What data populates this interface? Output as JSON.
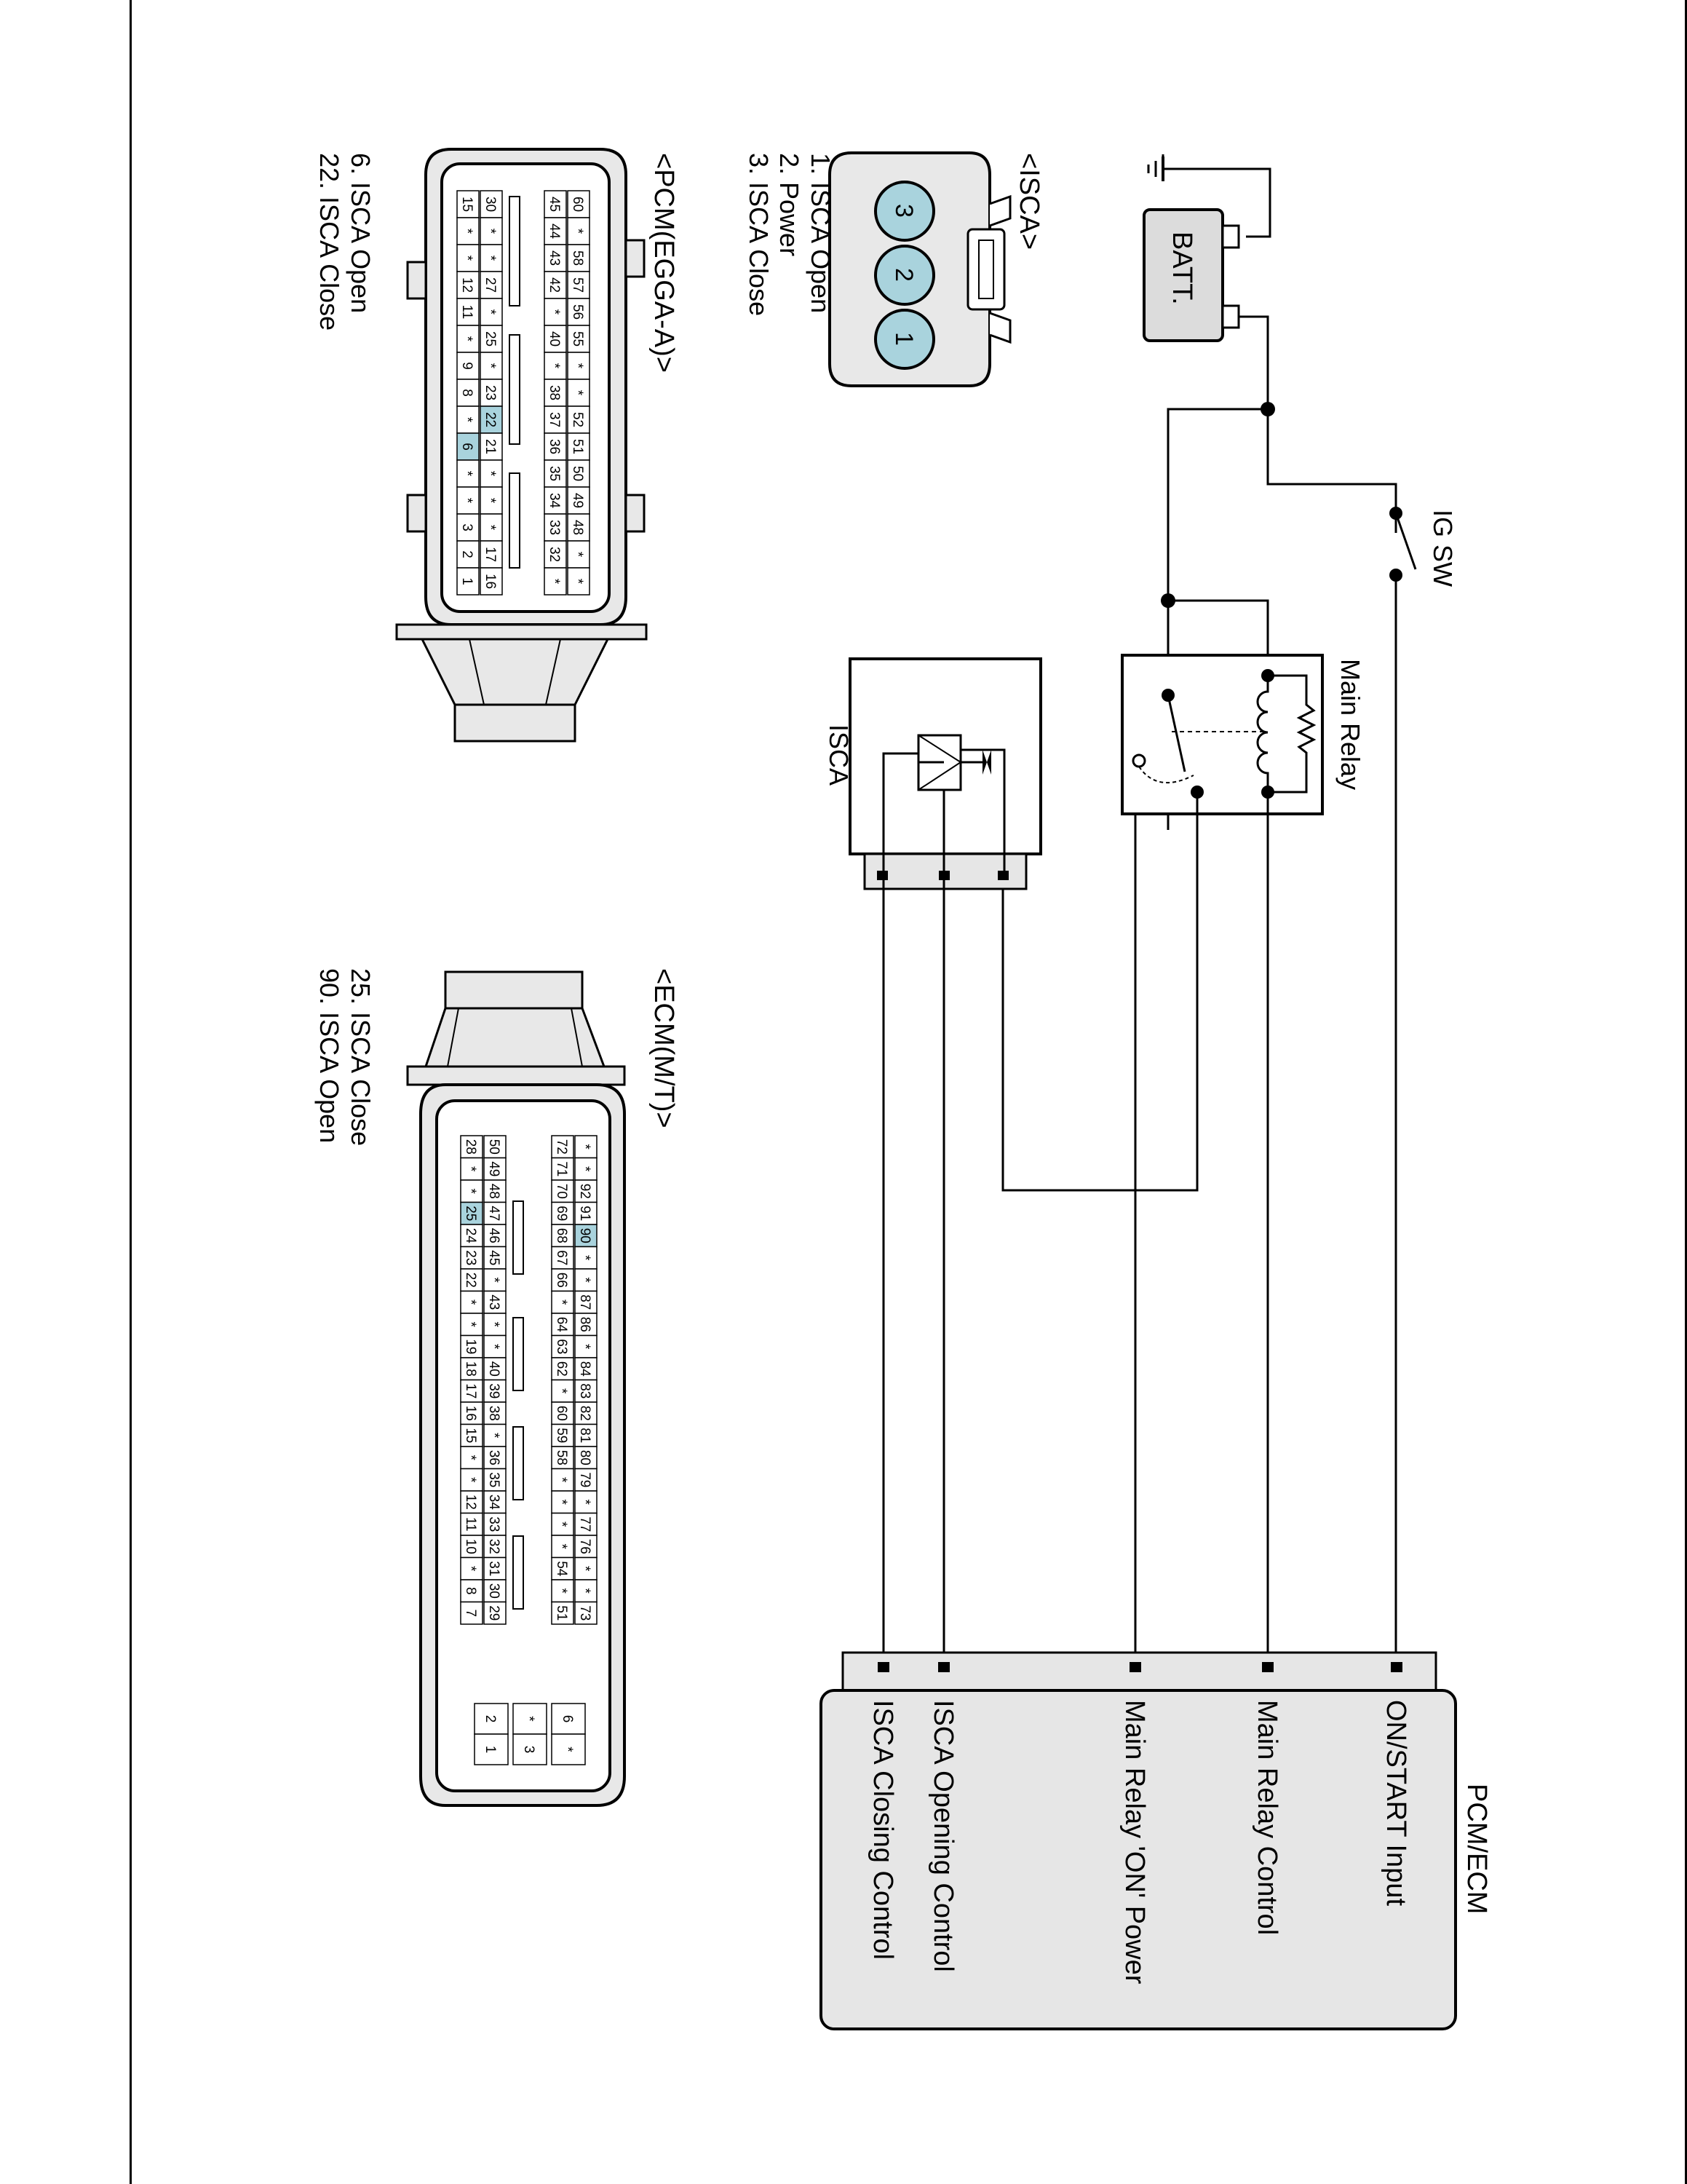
{
  "diagram": {
    "batt_label": "BATT.",
    "ig_sw_label": "IG SW",
    "main_relay_label": "Main Relay",
    "isca_component_label": "ISCA",
    "pcm_ecm_label": "PCM/ECM",
    "pcm_ecm_terminals": [
      "ON/START Input",
      "Main Relay Control",
      "Main Relay 'ON' Power",
      "ISCA Opening Control",
      "ISCA Closing Control"
    ]
  },
  "isca_connector": {
    "title": "<ISCA>",
    "pin_numbers": [
      "3",
      "2",
      "1"
    ],
    "pins": [
      "1. ISCA Open",
      "2. Power",
      "3. ISCA Close"
    ],
    "colors": {
      "pin_fill": "#a9d3dd"
    }
  },
  "pcm_connector": {
    "title": "<PCM(EGGA-A)>",
    "pins": [
      "6. ISCA Open",
      "22. ISCA Close"
    ],
    "rows": [
      [
        "60",
        "*",
        "58",
        "57",
        "56",
        "55",
        "*",
        "*",
        "52",
        "51",
        "50",
        "49",
        "48",
        "*",
        "*"
      ],
      [
        "45",
        "44",
        "43",
        "42",
        "*",
        "40",
        "*",
        "38",
        "37",
        "36",
        "35",
        "34",
        "33",
        "32",
        "*"
      ],
      [
        "30",
        "*",
        "*",
        "27",
        "*",
        "25",
        "*",
        "23",
        "22",
        "21",
        "*",
        "*",
        "*",
        "17",
        "16"
      ],
      [
        "15",
        "*",
        "*",
        "12",
        "11",
        "*",
        "9",
        "8",
        "*",
        "6",
        "*",
        "*",
        "3",
        "2",
        "1"
      ]
    ],
    "highlight": [
      "22",
      "6"
    ],
    "colors": {
      "highlight": "#a9d3dd"
    }
  },
  "ecm_connector": {
    "title": "<ECM(M/T)>",
    "pins": [
      "25. ISCA Close",
      "90. ISCA Open"
    ],
    "rows": [
      [
        "*",
        "*",
        "92",
        "91",
        "90",
        "*",
        "*",
        "87",
        "86",
        "*",
        "84",
        "83",
        "82",
        "81",
        "80",
        "79",
        "*",
        "77",
        "76",
        "*",
        "*",
        "73"
      ],
      [
        "72",
        "71",
        "70",
        "69",
        "68",
        "67",
        "66",
        "*",
        "64",
        "63",
        "62",
        "*",
        "60",
        "59",
        "58",
        "*",
        "*",
        "*",
        "*",
        "54",
        "*",
        "51"
      ],
      [
        "50",
        "49",
        "48",
        "47",
        "46",
        "45",
        "*",
        "43",
        "*",
        "*",
        "40",
        "39",
        "38",
        "*",
        "36",
        "35",
        "34",
        "33",
        "32",
        "31",
        "30",
        "29"
      ],
      [
        "28",
        "*",
        "*",
        "25",
        "24",
        "23",
        "22",
        "*",
        "*",
        "19",
        "18",
        "17",
        "16",
        "15",
        "*",
        "*",
        "12",
        "11",
        "10",
        "*",
        "8",
        "7"
      ]
    ],
    "aux_rows": [
      [
        "6",
        "*"
      ],
      [
        "*",
        "3"
      ],
      [
        "2",
        "1"
      ]
    ],
    "highlight": [
      "90",
      "25"
    ],
    "colors": {
      "highlight": "#a9d3dd"
    }
  }
}
